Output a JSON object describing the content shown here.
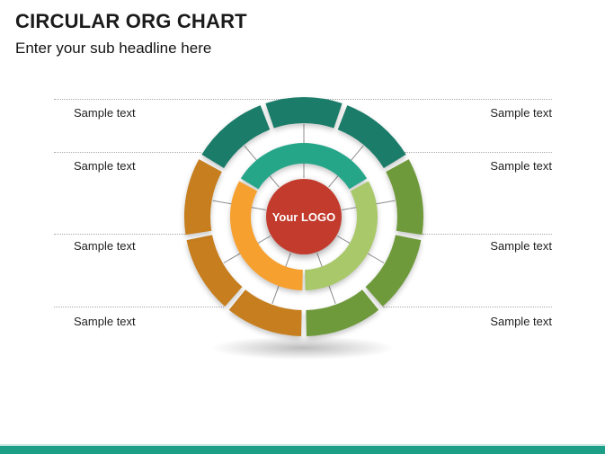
{
  "header": {
    "title": "CIRCULAR ORG CHART",
    "subheadline": "Enter your sub headline here"
  },
  "rows": {
    "left": [
      "Sample text",
      "Sample text",
      "Sample text",
      "Sample text"
    ],
    "right": [
      "Sample text",
      "Sample text",
      "Sample text",
      "Sample text"
    ]
  },
  "diagram": {
    "center_label": "Your LOGO",
    "center_color": "#c23b2d",
    "spoke_color": "#8c8c8c",
    "groups": [
      {
        "name": "teal",
        "start_angle": -60,
        "end_angle": 60,
        "outer_color": "#1a7c69",
        "inner_color": "#26a689",
        "outer_segments": 3
      },
      {
        "name": "olive-green",
        "start_angle": 60,
        "end_angle": 180,
        "outer_color": "#6f9a3c",
        "inner_color": "#a9c86a",
        "outer_segments": 3
      },
      {
        "name": "amber",
        "start_angle": 180,
        "end_angle": 300,
        "outer_color": "#c67e1e",
        "inner_color": "#f6a02f",
        "outer_segments": 3
      }
    ]
  },
  "footer": {
    "bar_color": "#1d9e86"
  }
}
